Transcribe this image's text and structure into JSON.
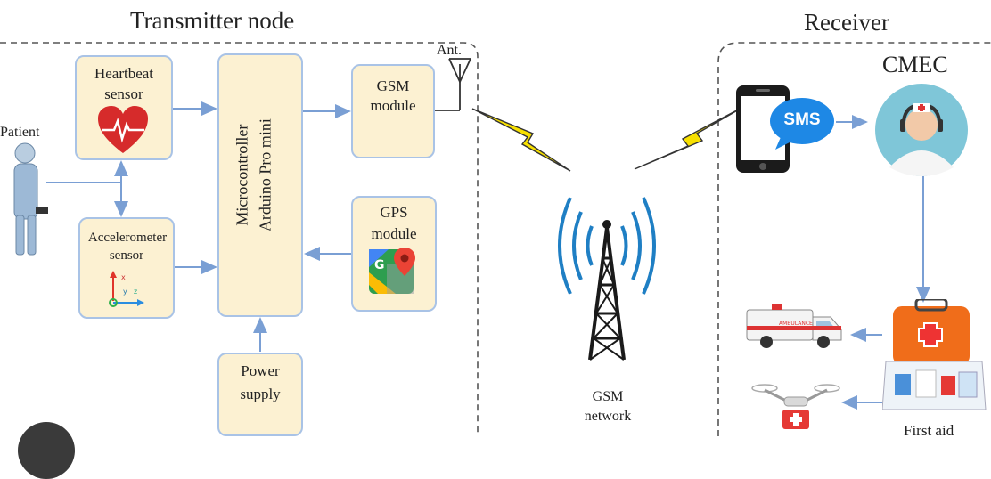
{
  "transmitter": {
    "title": "Transmitter node",
    "heartbeat": {
      "line1": "Heartbeat",
      "line2": "sensor"
    },
    "accelerometer": {
      "line1": "Accelerometer",
      "line2": "sensor",
      "axis_x": "x",
      "axis_y": "y",
      "axis_z": "z"
    },
    "microcontroller": {
      "line1": "Microcontroller",
      "line2": "Arduino Pro mini"
    },
    "gsm_module": {
      "line1": "GSM",
      "line2": "module"
    },
    "gps_module": {
      "line1": "GPS",
      "line2": "module"
    },
    "power": {
      "line1": "Power",
      "line2": "supply"
    },
    "antenna": "Ant.",
    "patient": "Patient"
  },
  "network": {
    "line1": "GSM",
    "line2": "network"
  },
  "receiver": {
    "title": "Receiver",
    "cmec": "CMEC",
    "sms": "SMS",
    "first_aid": "First aid",
    "ambulance_text": "AMBULANCE"
  },
  "colors": {
    "box_fill": "#fcf1d2",
    "box_border": "#a9c3e6",
    "arrow": "#7a9fd4",
    "bolt": "#f7e000"
  }
}
